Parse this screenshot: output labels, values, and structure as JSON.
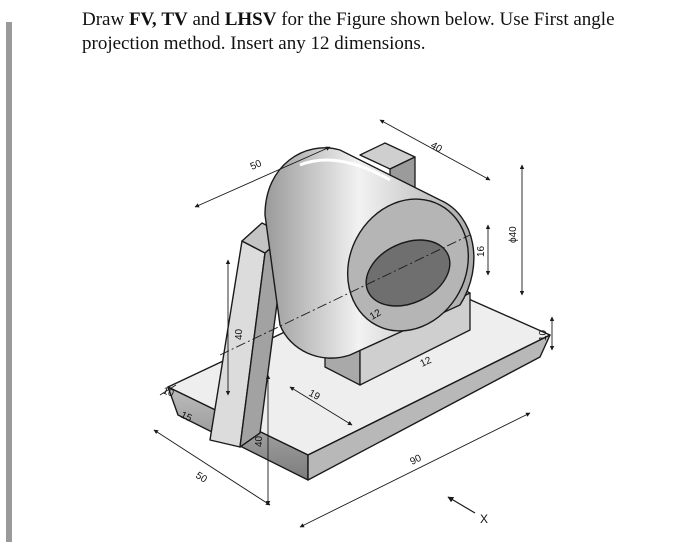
{
  "question": {
    "part1": "Draw ",
    "fv": "FV,",
    "part2": " ",
    "tv": "TV",
    "part3": " and ",
    "lhsv": "LHSV",
    "part4": " for the Figure shown below. Use First angle projection method. Insert any 12 dimensions."
  },
  "dimensions": {
    "d10": "10",
    "d15": "15",
    "d50_base": "50",
    "d40_base": "40",
    "d40_support": "40",
    "d50_top": "50",
    "d40_top": "40",
    "d19": "19",
    "d12_slot": "12",
    "d12_boss": "12",
    "d90": "90",
    "d16": "16",
    "dphi40": "ϕ40",
    "d10_right": "10"
  },
  "direction_label": "X",
  "colors": {
    "line": "#1a1a1a",
    "shade_dark": "#8a8a8a",
    "shade_mid": "#c9c9c9",
    "shade_light": "#ececec"
  }
}
